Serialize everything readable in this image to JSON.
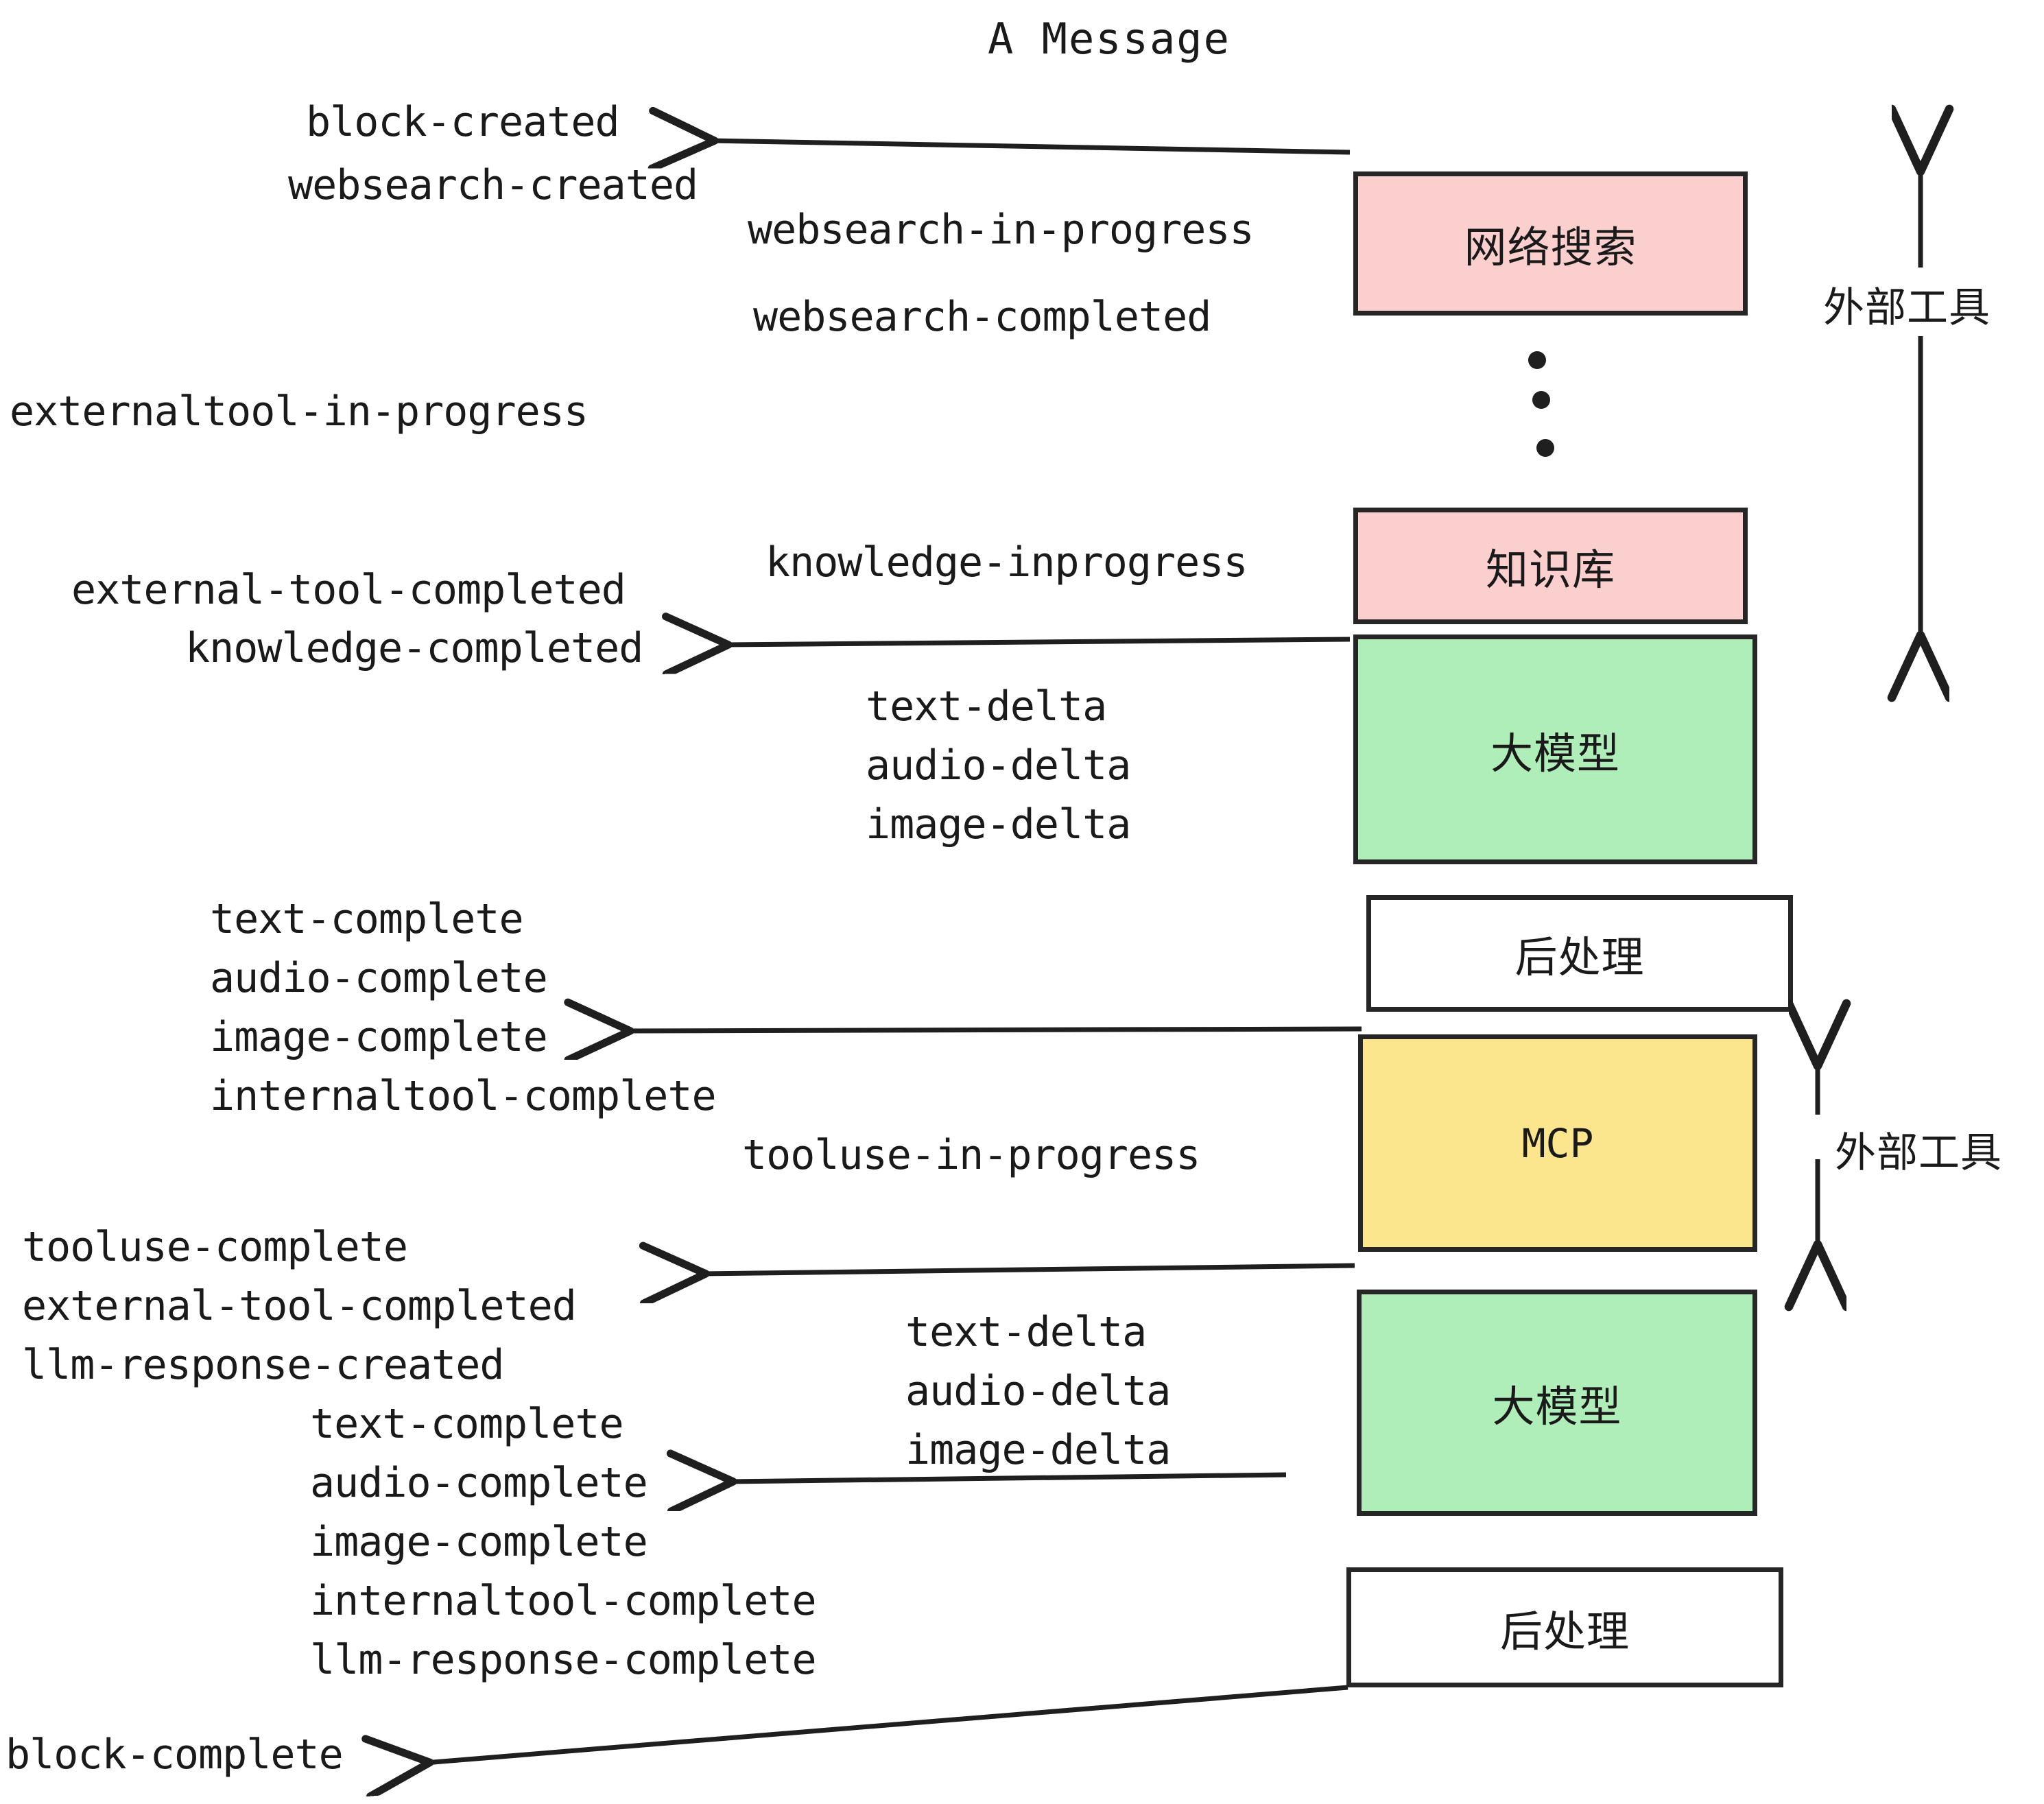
{
  "title": "A Message",
  "boxes": [
    {
      "label": "网络搜索",
      "color": "#fccfcf",
      "kind": "websearch"
    },
    {
      "label": "知识库",
      "color": "#fccfcf",
      "kind": "knowledge"
    },
    {
      "label": "大模型",
      "color": "#b0eeb9",
      "kind": "llm-1"
    },
    {
      "label": "后处理",
      "color": "#ffffff",
      "kind": "postprocess-1"
    },
    {
      "label": "MCP",
      "color": "#fbe58d",
      "kind": "mcp"
    },
    {
      "label": "大模型",
      "color": "#b0eeb9",
      "kind": "llm-2"
    },
    {
      "label": "后处理",
      "color": "#ffffff",
      "kind": "postprocess-2"
    }
  ],
  "side_labels": [
    {
      "text": "外部工具"
    },
    {
      "text": "外部工具"
    }
  ],
  "events": {
    "block_created": "block-created",
    "websearch_created": "websearch-created",
    "websearch_in_progress": "websearch-in-progress",
    "websearch_completed": "websearch-completed",
    "externaltool_in_progress": "externaltool-in-progress",
    "knowledge_inprogress": "knowledge-inprogress",
    "external_tool_completed_1": "external-tool-completed",
    "knowledge_completed": "knowledge-completed",
    "text_delta_1": "text-delta",
    "audio_delta_1": "audio-delta",
    "image_delta_1": "image-delta",
    "text_complete_1": "text-complete",
    "audio_complete_1": "audio-complete",
    "image_complete_1": "image-complete",
    "internaltool_complete_1": "internaltool-complete",
    "tooluse_in_progress": "tooluse-in-progress",
    "tooluse_complete": "tooluse-complete",
    "external_tool_completed_2": "external-tool-completed",
    "llm_response_created": "llm-response-created",
    "text_delta_2": "text-delta",
    "audio_delta_2": "audio-delta",
    "image_delta_2": "image-delta",
    "text_complete_2": "text-complete",
    "audio_complete_2": "audio-complete",
    "image_complete_2": "image-complete",
    "internaltool_complete_2": "internaltool-complete",
    "llm_response_complete": "llm-response-complete",
    "block_complete": "block-complete"
  },
  "colors": {
    "stroke": "#262626",
    "text": "#1a1a1a",
    "pink": "#fccfcf",
    "green": "#b0eeb9",
    "yellow": "#fbe58d",
    "white": "#ffffff"
  }
}
